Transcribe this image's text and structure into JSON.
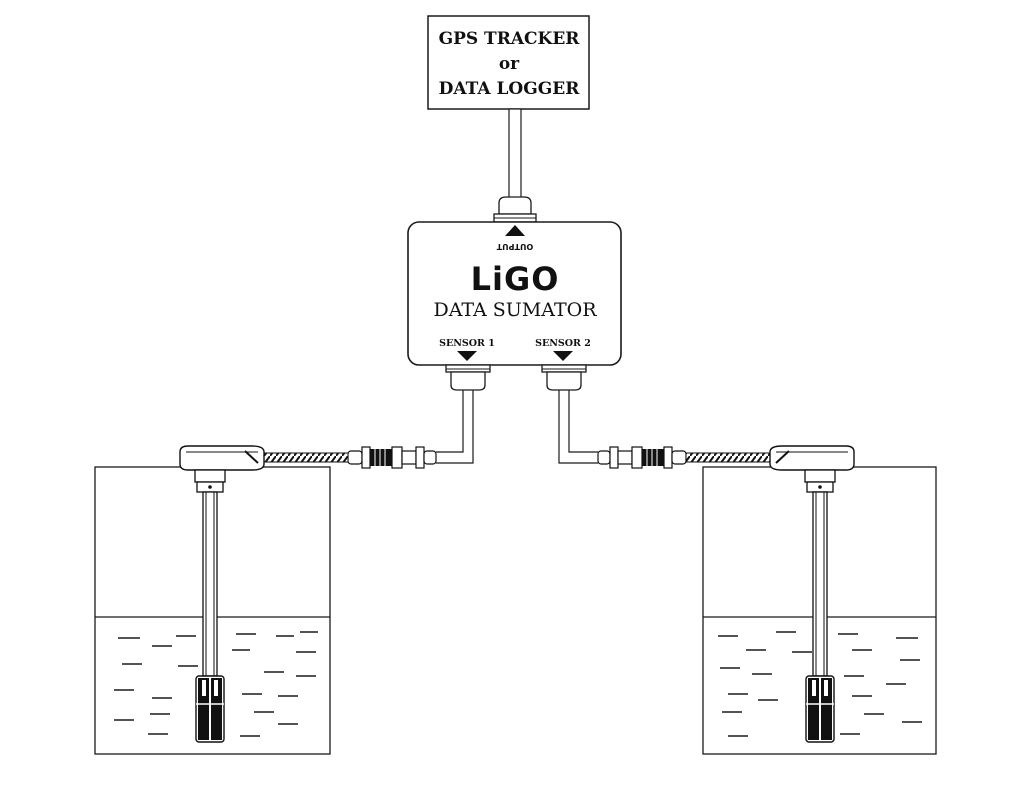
{
  "tracker_box": {
    "line1": "GPS TRACKER",
    "line2": "or",
    "line3": "DATA LOGGER"
  },
  "sumator": {
    "output_label": "OUTPUT",
    "brand": "LiGO",
    "title": "DATA SUMATOR",
    "sensor1_label": "SENSOR 1",
    "sensor2_label": "SENSOR 2"
  },
  "colors": {
    "line": "#1a1a1a",
    "fill": "#ffffff",
    "dark": "#111111"
  }
}
